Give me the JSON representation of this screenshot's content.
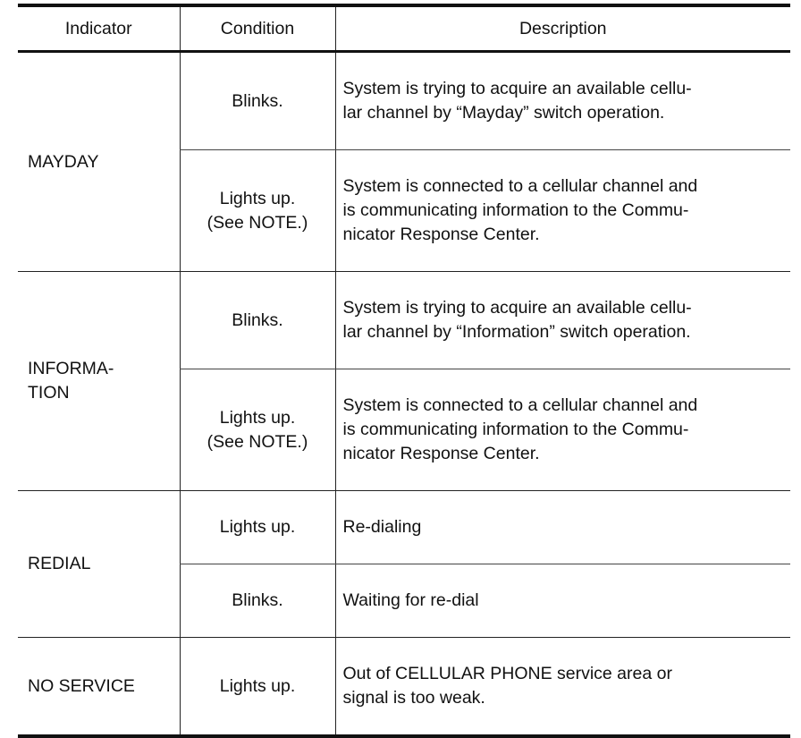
{
  "headers": {
    "indicator": "Indicator",
    "condition": "Condition",
    "description": "Description"
  },
  "groups": [
    {
      "indicator": "MAYDAY",
      "rows": [
        {
          "condition": "Blinks.",
          "description": "System is trying to acquire an available cellu-\nlar channel by “Mayday” switch operation."
        },
        {
          "condition": "Lights up.\n(See NOTE.)",
          "description": "System is connected to a cellular channel and\nis communicating information to the Commu-\nnicator Response Center."
        }
      ]
    },
    {
      "indicator": "INFORMA-\nTION",
      "rows": [
        {
          "condition": "Blinks.",
          "description": "System is trying to acquire an available cellu-\nlar channel by “Information” switch operation."
        },
        {
          "condition": "Lights up.\n(See NOTE.)",
          "description": "System is connected to a cellular channel and\nis communicating information to the Commu-\nnicator Response Center."
        }
      ]
    },
    {
      "indicator": "REDIAL",
      "rows": [
        {
          "condition": "Lights up.",
          "description": "Re-dialing"
        },
        {
          "condition": "Blinks.",
          "description": "Waiting for re-dial"
        }
      ]
    },
    {
      "indicator": "NO SERVICE",
      "rows": [
        {
          "condition": "Lights up.",
          "description": "Out of CELLULAR PHONE service area or\nsignal is too weak."
        }
      ]
    }
  ]
}
